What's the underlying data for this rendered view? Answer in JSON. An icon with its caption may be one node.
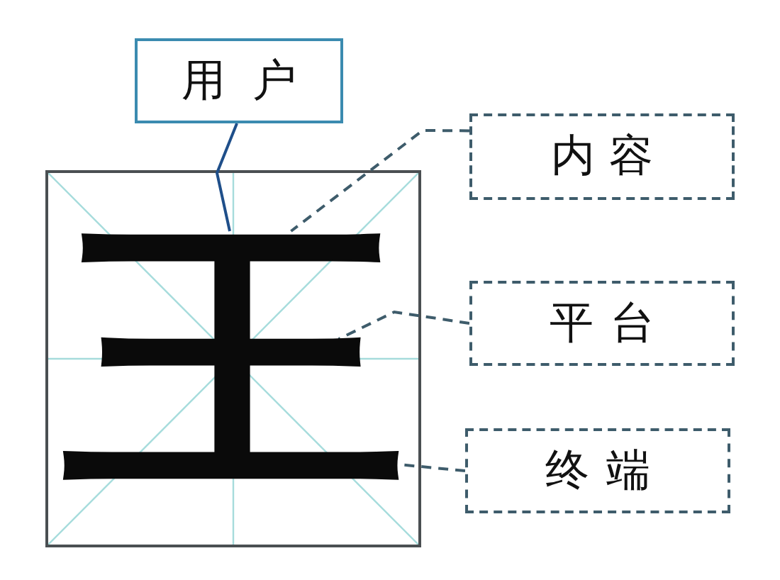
{
  "diagram": {
    "nodes": [
      {
        "text": [
          "用户"
        ]
      },
      {
        "text": [
          "内容"
        ]
      },
      {
        "text": [
          "平台"
        ]
      },
      {
        "text": [
          "终端"
        ]
      },
      {
        "text": [],
        "shape": "box"
      },
      {
        "text": [
          "王"
        ],
        "in": 4
      }
    ],
    "edges": [
      {
        "from": 0,
        "to": 5,
        "arrow": "none",
        "color": "#1f4f8a"
      },
      {
        "from": 1,
        "to": 5,
        "arrow": "none",
        "style": "dashed"
      },
      {
        "from": 2,
        "to": 5,
        "arrow": "none",
        "style": "dashed"
      },
      {
        "from": 3,
        "to": 5,
        "arrow": "none",
        "style": "dashed"
      }
    ]
  }
}
